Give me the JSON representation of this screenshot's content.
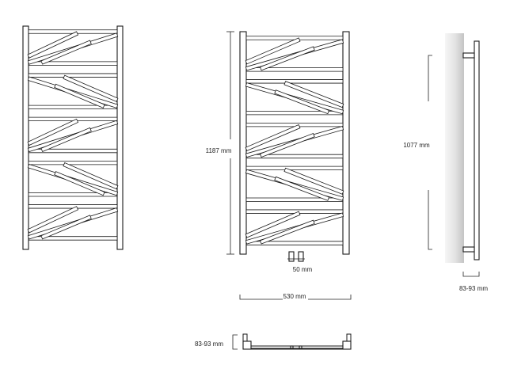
{
  "labels": {
    "height_front": "1187 mm",
    "width_front": "530 mm",
    "pipe_spacing": "50 mm",
    "wall_bracket_spacing": "1077 mm",
    "wall_depth_side": "83-93 mm",
    "wall_depth_top": "83-93 mm"
  },
  "colors": {
    "line": "#1a1a1a",
    "wall_light": "#f4f4f4",
    "wall_dark": "#c8c8c8"
  }
}
